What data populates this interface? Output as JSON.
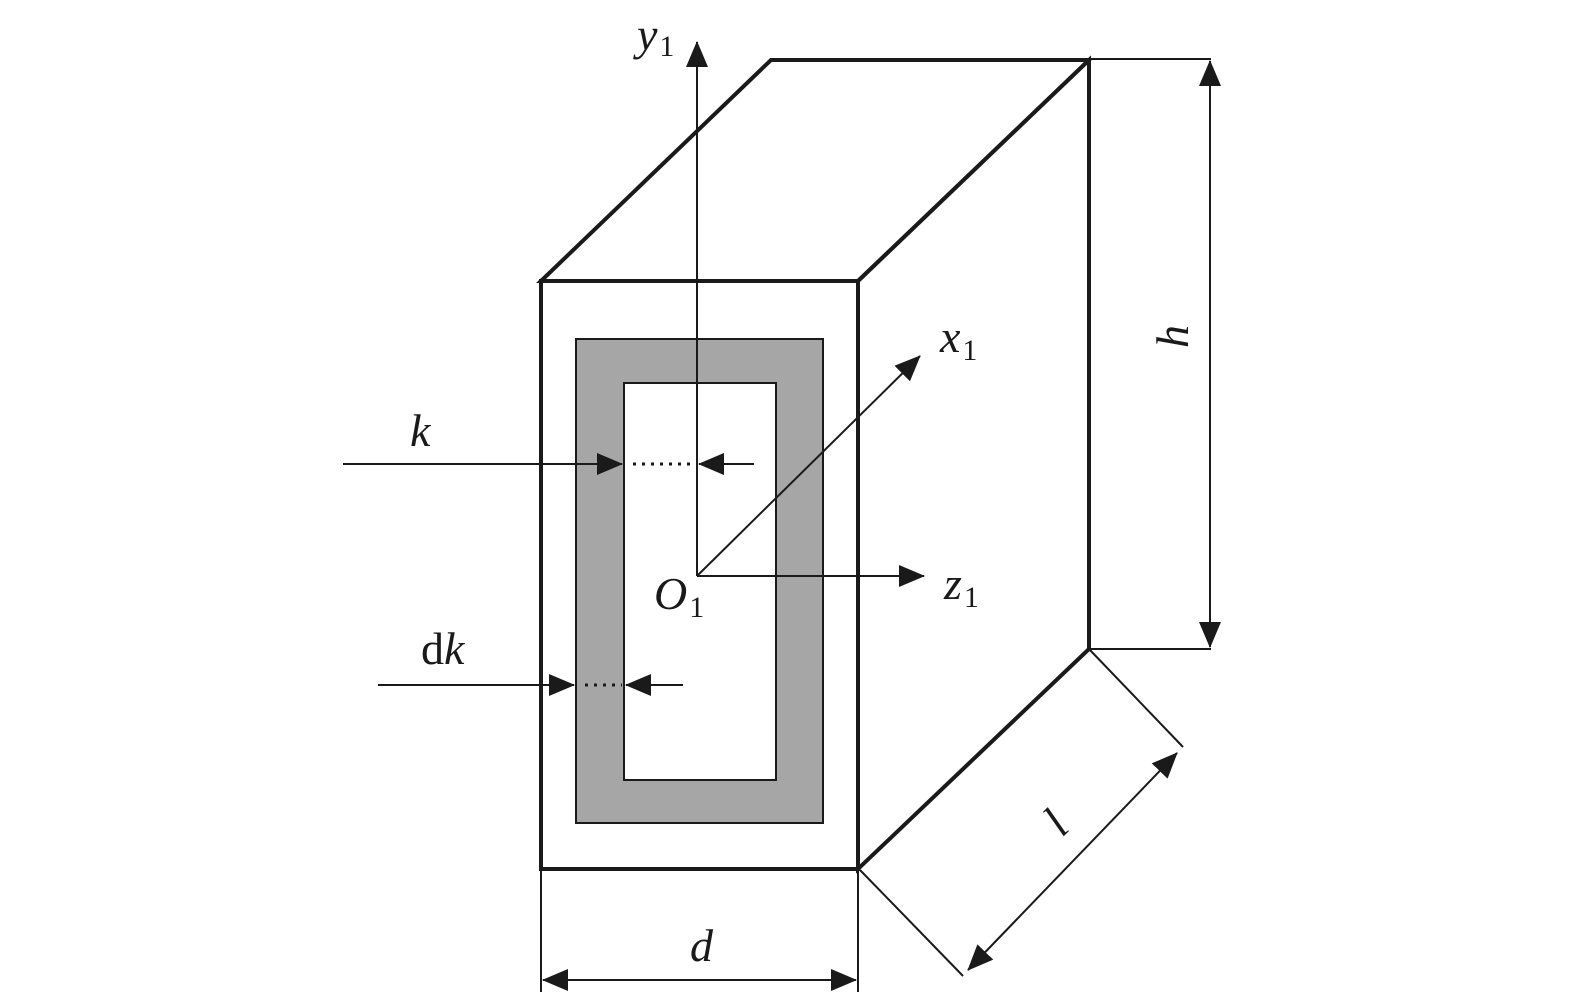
{
  "labels": {
    "y_axis": "y",
    "y_axis_sub": "1",
    "x_axis": "x",
    "x_axis_sub": "1",
    "z_axis": "z",
    "z_axis_sub": "1",
    "origin": "O",
    "origin_sub": "1",
    "height": "h",
    "length": "l",
    "width": "d",
    "depth_k": "k",
    "dk_prefix": "d",
    "dk_var": "k"
  },
  "colors": {
    "line": "#1a1a1a",
    "shaded_layer": "#a6a6a6",
    "background": "#ffffff"
  }
}
